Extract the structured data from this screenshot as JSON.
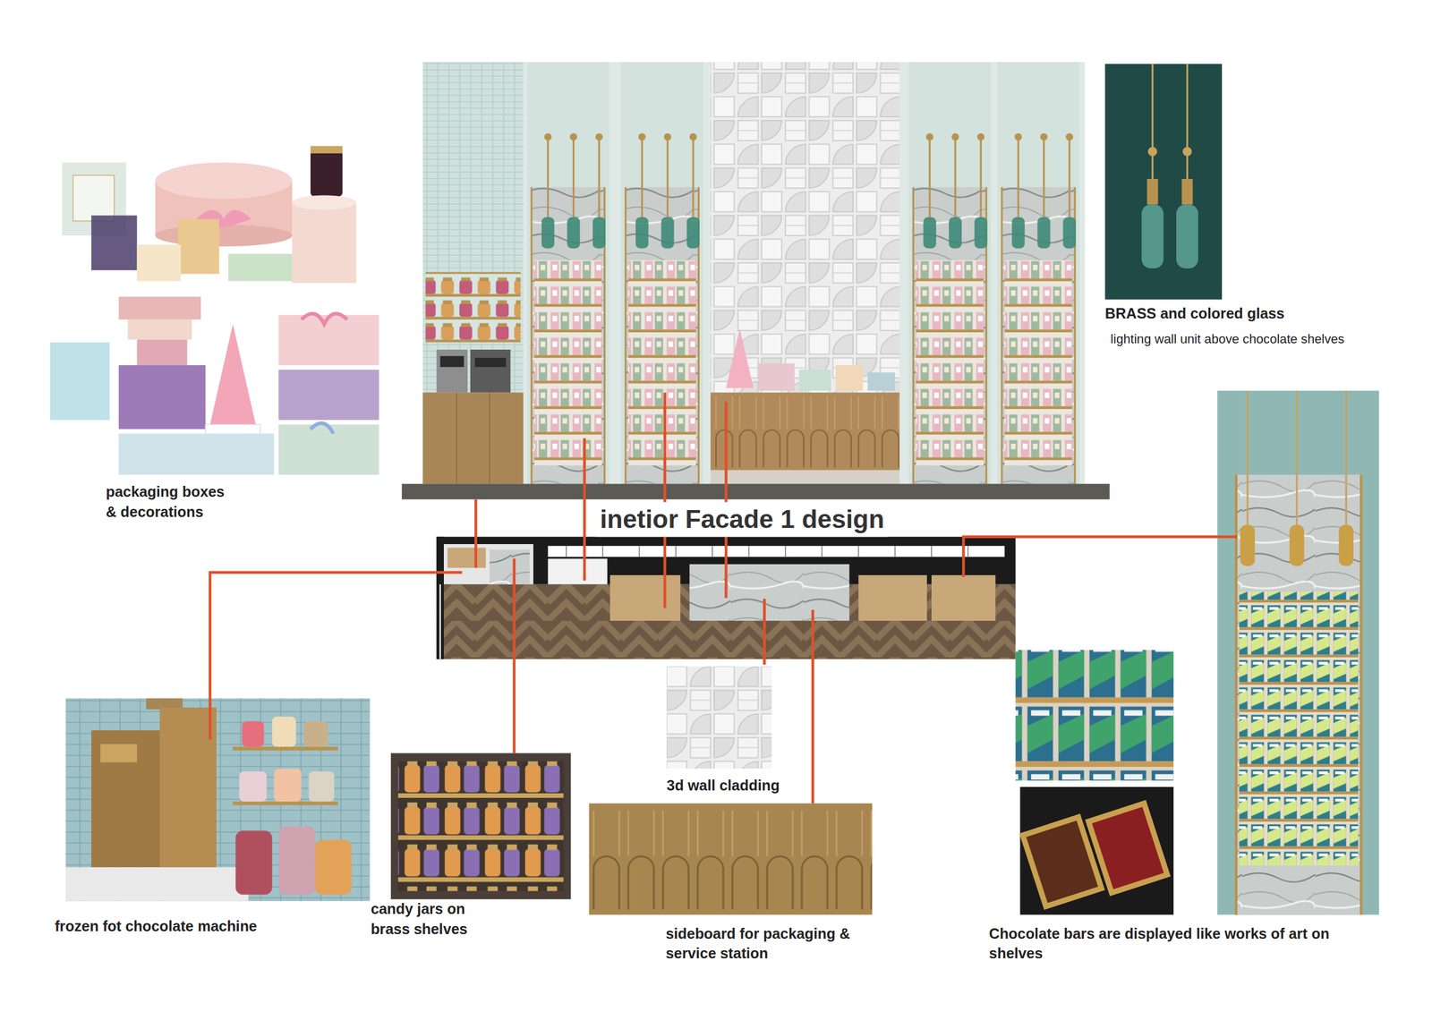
{
  "diagram": {
    "title": "inetior Facade 1 design",
    "labels": [
      "packaging boxes & decorations",
      "BRASS and colored glass",
      "lighting wall unit above chocolate shelves",
      "3d wall cladding",
      "frozen fot chocolate machine",
      "candy jars on brass shelves",
      "sideboard for packaging & service station",
      "Chocolate bars are displayed like works of art on shelves"
    ]
  }
}
